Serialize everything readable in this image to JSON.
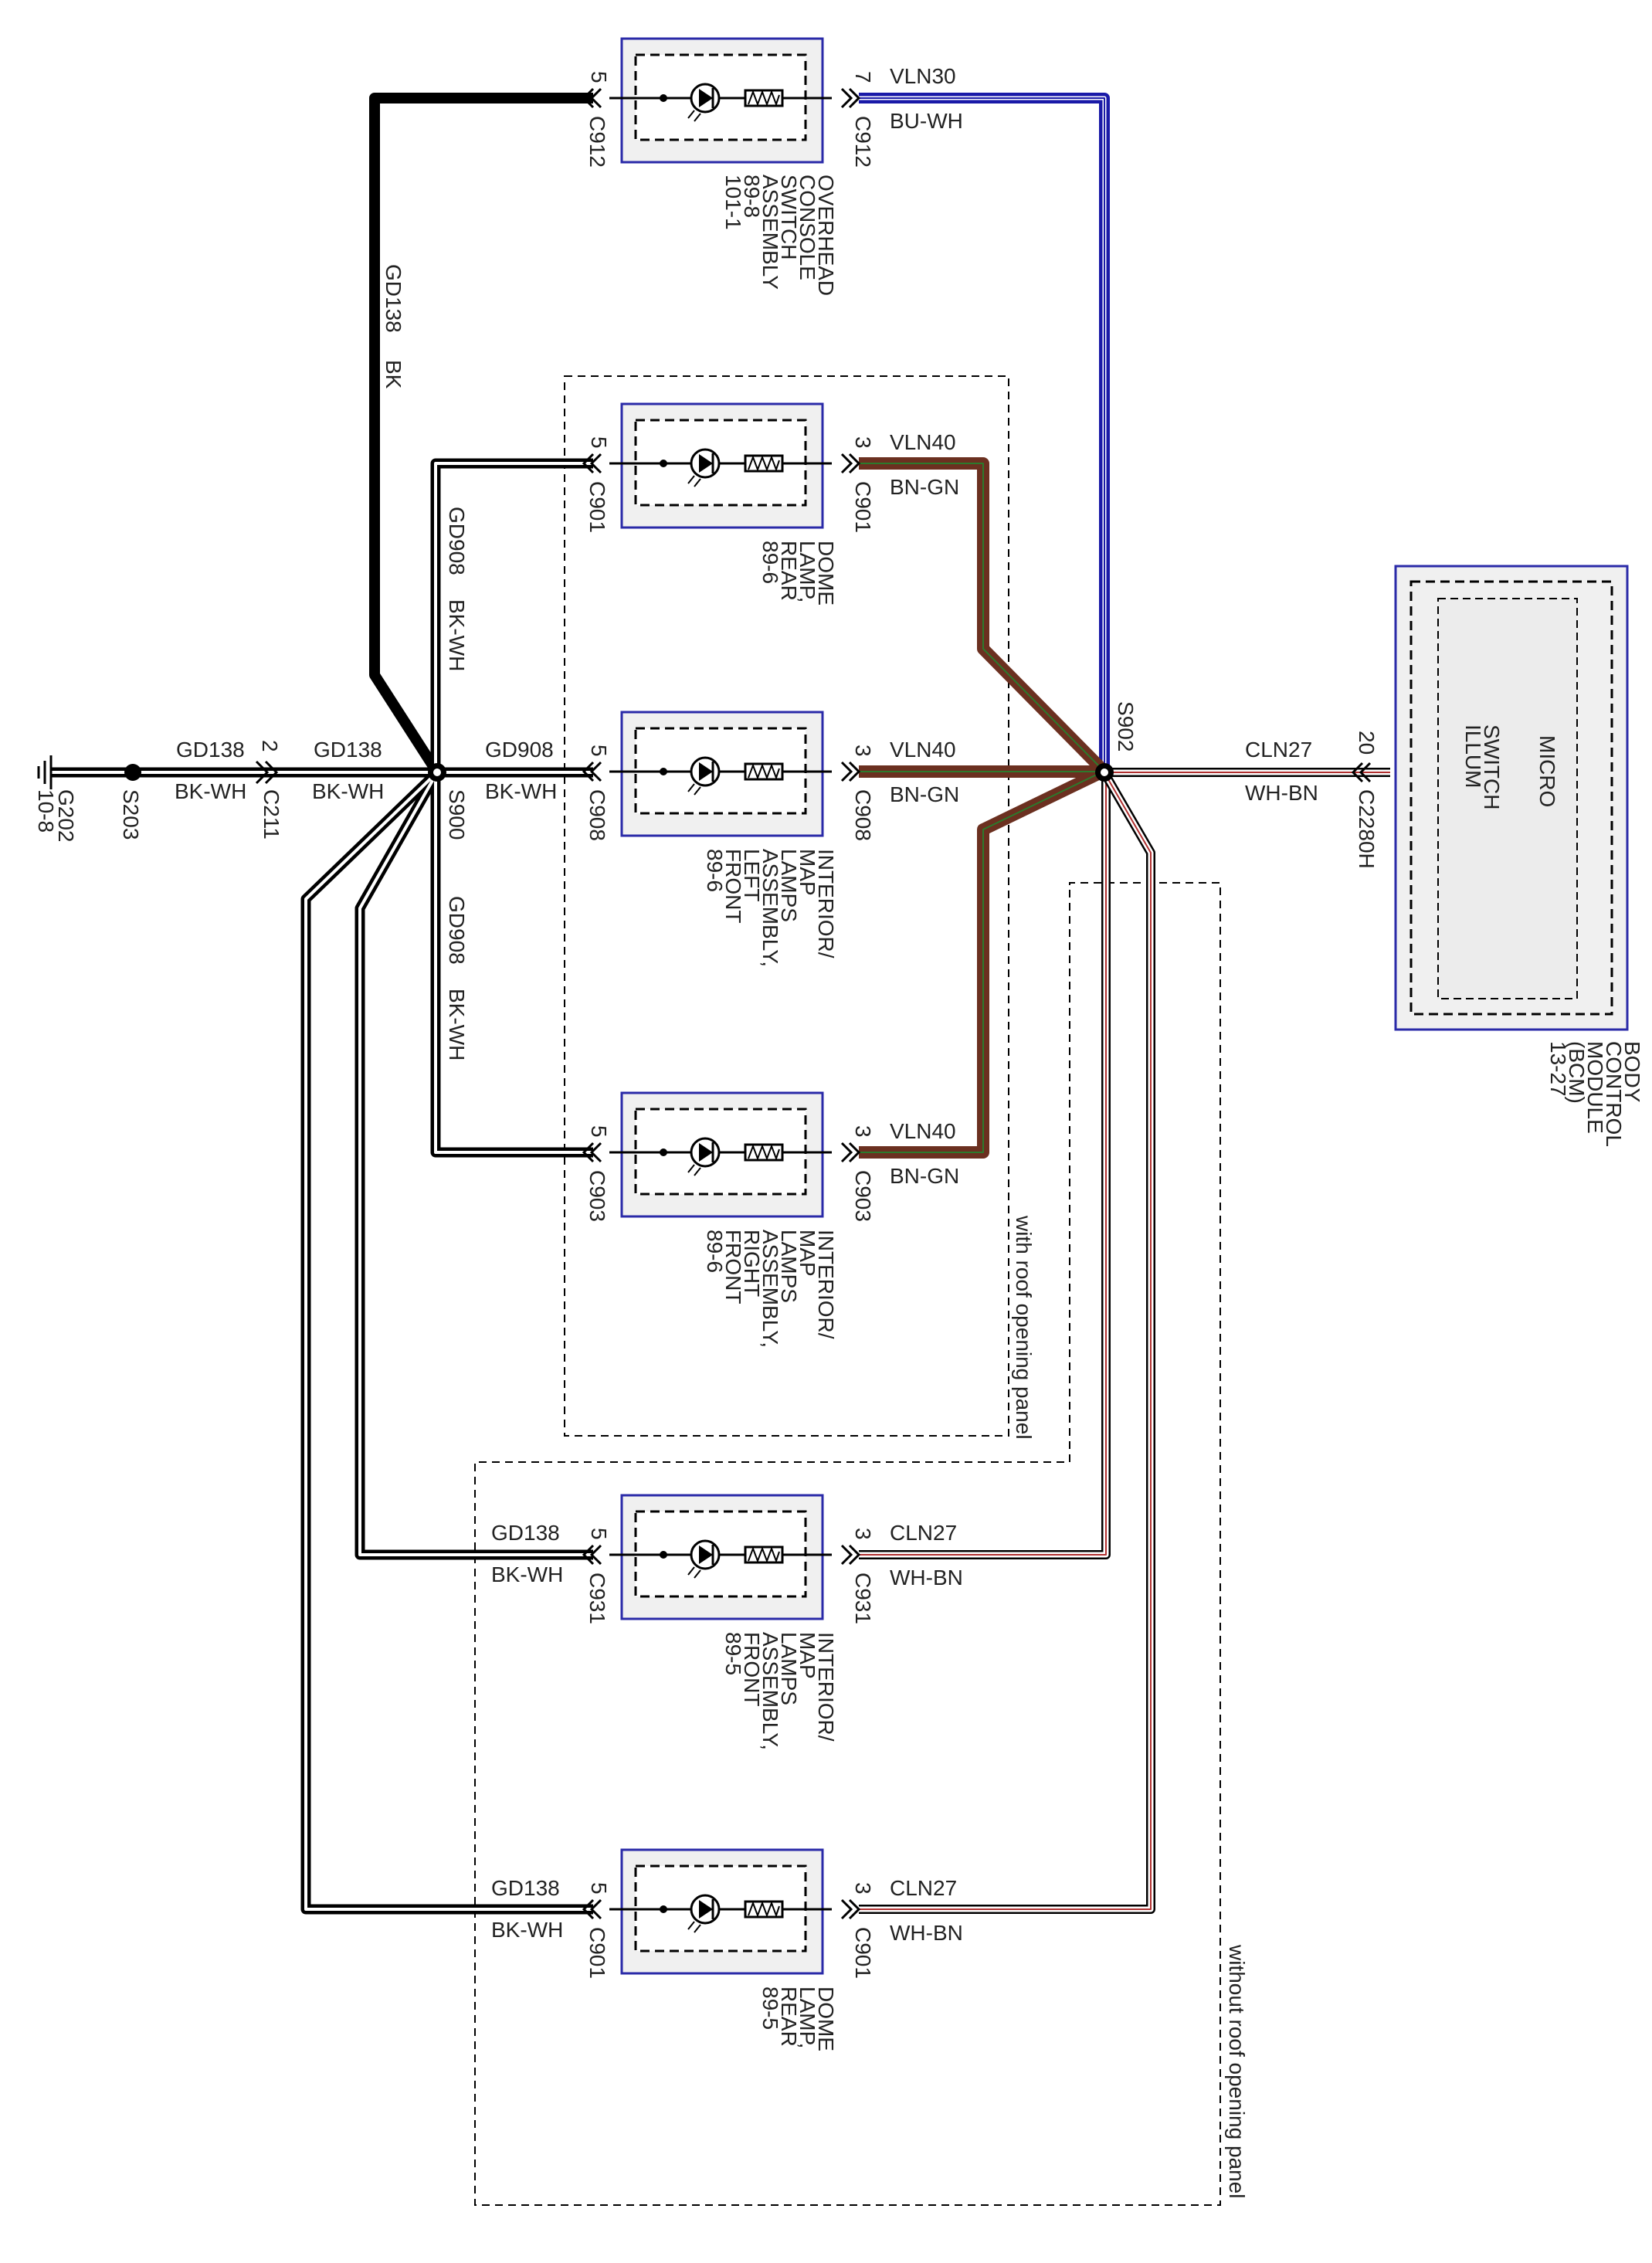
{
  "colors": {
    "black": "#000000",
    "blue": "#1a1aa8",
    "brown": "#6b3020",
    "green": "#2c7a2c",
    "red": "#b03030",
    "module_border": "#2a2aa8",
    "module_fill": "#f0f0f0"
  },
  "ground": {
    "id": "G202",
    "ref": "10-8"
  },
  "splices": {
    "s203": "S203",
    "s900": "S900",
    "s902": "S902"
  },
  "c211": {
    "id": "C211",
    "pin": "2"
  },
  "feed_wire": {
    "circuit": "GD138",
    "color": "BK-WH"
  },
  "trunk_wire": {
    "circuit": "GD138",
    "color": "BK-WH"
  },
  "overhead": {
    "pin_left": "5",
    "conn_left": "C912",
    "pin_right": "7",
    "conn_right": "C912",
    "ground_circuit": "GD138",
    "ground_color": "BK",
    "circuit": "VLN30",
    "color": "BU-WH",
    "name_lines": [
      "OVERHEAD",
      "CONSOLE",
      "SWITCH",
      "ASSEMBLY",
      "89-8",
      "101-1"
    ]
  },
  "dome_rear_roof": {
    "pin_left": "5",
    "conn_left": "C901",
    "pin_right": "3",
    "conn_right": "C901",
    "circuit": "VLN40",
    "color": "BN-GN",
    "name_lines": [
      "DOME",
      "LAMP,",
      "REAR",
      "89-6"
    ]
  },
  "map_left": {
    "pin_left": "5",
    "conn_left": "C908",
    "pin_right": "3",
    "conn_right": "C908",
    "ground_circuit": "GD908",
    "ground_color": "BK-WH",
    "circuit": "VLN40",
    "color": "BN-GN",
    "name_lines": [
      "INTERIOR/",
      "MAP",
      "LAMPS",
      "ASSEMBLY,",
      "LEFT",
      "FRONT",
      "89-6"
    ]
  },
  "map_right": {
    "pin_left": "5",
    "conn_left": "C903",
    "pin_right": "3",
    "conn_right": "C903",
    "circuit": "VLN40",
    "color": "BN-GN",
    "name_lines": [
      "INTERIOR/",
      "MAP",
      "LAMPS",
      "ASSEMBLY,",
      "RIGHT",
      "FRONT",
      "89-6"
    ]
  },
  "gd908_upper": {
    "circuit": "GD908",
    "color": "BK-WH"
  },
  "gd908_lower": {
    "circuit": "GD908",
    "color": "BK-WH"
  },
  "map_front": {
    "pin_left": "5",
    "conn_left": "C931",
    "pin_right": "3",
    "conn_right": "C931",
    "ground_circuit": "GD138",
    "ground_color": "BK-WH",
    "circuit": "CLN27",
    "color": "WH-BN",
    "name_lines": [
      "INTERIOR/",
      "MAP",
      "LAMPS",
      "ASSEMBLY,",
      "FRONT",
      "89-5"
    ]
  },
  "dome_rear_noroof": {
    "pin_left": "5",
    "conn_left": "C901",
    "pin_right": "3",
    "conn_right": "C901",
    "ground_circuit": "GD138",
    "ground_color": "BK-WH",
    "circuit": "CLN27",
    "color": "WH-BN",
    "name_lines": [
      "DOME",
      "LAMP,",
      "REAR",
      "89-5"
    ]
  },
  "bcm": {
    "micro": "MICRO",
    "func_lines": [
      "SWITCH",
      "ILLUM"
    ],
    "pin": "20",
    "conn": "C2280H",
    "circuit": "CLN27",
    "color": "WH-BN",
    "name_lines": [
      "BODY",
      "CONTROL",
      "MODULE",
      "(BCM)",
      "13-27"
    ]
  },
  "regions": {
    "with_roof": "with roof opening panel",
    "without_roof": "without roof opening panel"
  }
}
